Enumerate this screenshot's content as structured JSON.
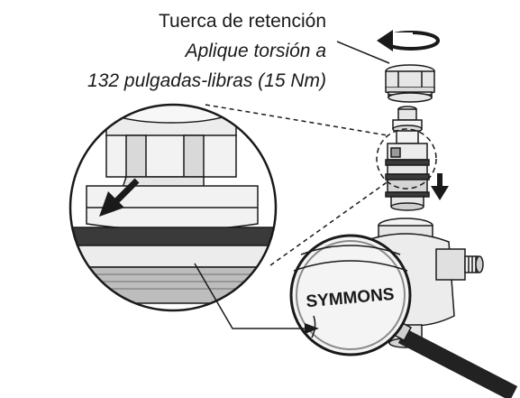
{
  "callout": {
    "title": "Tuerca de retención",
    "instruction_line1": "Aplique torsión a",
    "instruction_line2": "132 pulgadas-libras (15 Nm)"
  },
  "magnifier": {
    "brand_text": "SYMMONS"
  },
  "colors": {
    "line": "#1a1a1a",
    "metal_light": "#f2f2f2",
    "metal_mid": "#cfcfcf",
    "metal_dark": "#8a8a8a",
    "oring": "#3a3a3a",
    "handle": "#222222"
  },
  "icons": {
    "rotation_arrow": "rotate-arrow-icon",
    "down_arrow": "down-arrow-icon",
    "slot_arrow": "slot-arrow-icon"
  }
}
